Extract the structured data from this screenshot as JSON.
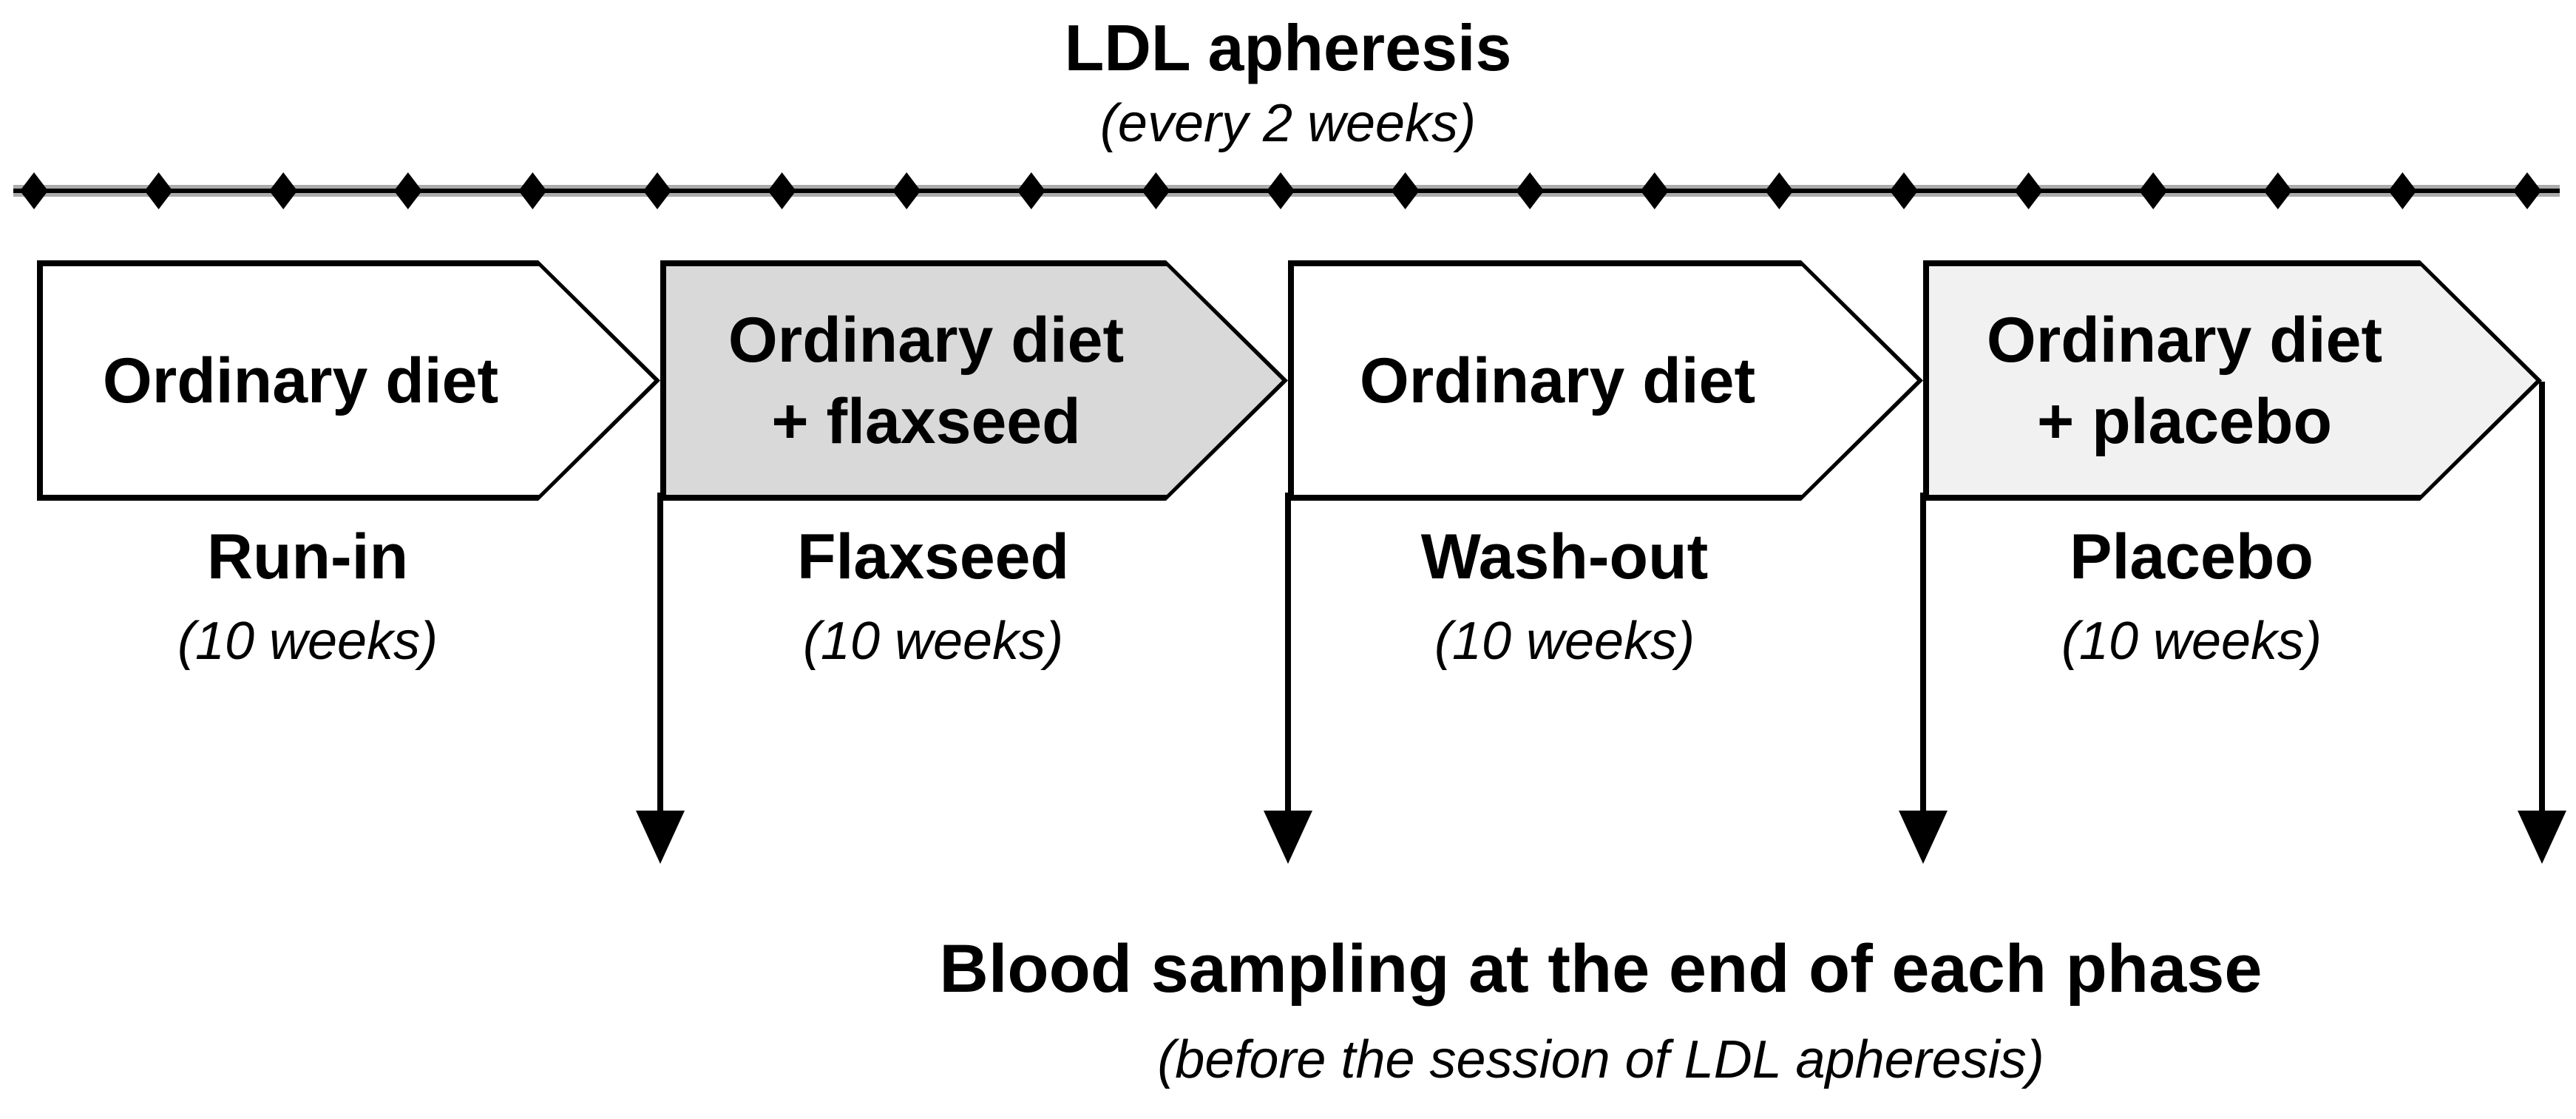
{
  "title": {
    "line1": "LDL apheresis",
    "line2": "(every 2 weeks)"
  },
  "timeline": {
    "marker_count": 21,
    "marker_shape": "diamond"
  },
  "phases": [
    {
      "box_line1": "Ordinary diet",
      "box_line2": "",
      "fill": "#ffffff",
      "name": "Run-in",
      "duration": "(10 weeks)"
    },
    {
      "box_line1": "Ordinary diet",
      "box_line2": "+ flaxseed",
      "fill": "#d9d9d9",
      "name": "Flaxseed",
      "duration": "(10 weeks)"
    },
    {
      "box_line1": "Ordinary diet",
      "box_line2": "",
      "fill": "#ffffff",
      "name": "Wash-out",
      "duration": "(10 weeks)"
    },
    {
      "box_line1": "Ordinary diet",
      "box_line2": "+ placebo",
      "fill": "#f1f1f1",
      "name": "Placebo",
      "duration": "(10 weeks)"
    }
  ],
  "caption": {
    "line1": "Blood sampling at the end of each phase",
    "line2": "(before the session of LDL apheresis)"
  },
  "colors": {
    "ink": "#000000",
    "timeline_halo": "#ababab",
    "flaxseed_fill": "#d9d9d9",
    "placebo_fill": "#f1f1f1"
  }
}
